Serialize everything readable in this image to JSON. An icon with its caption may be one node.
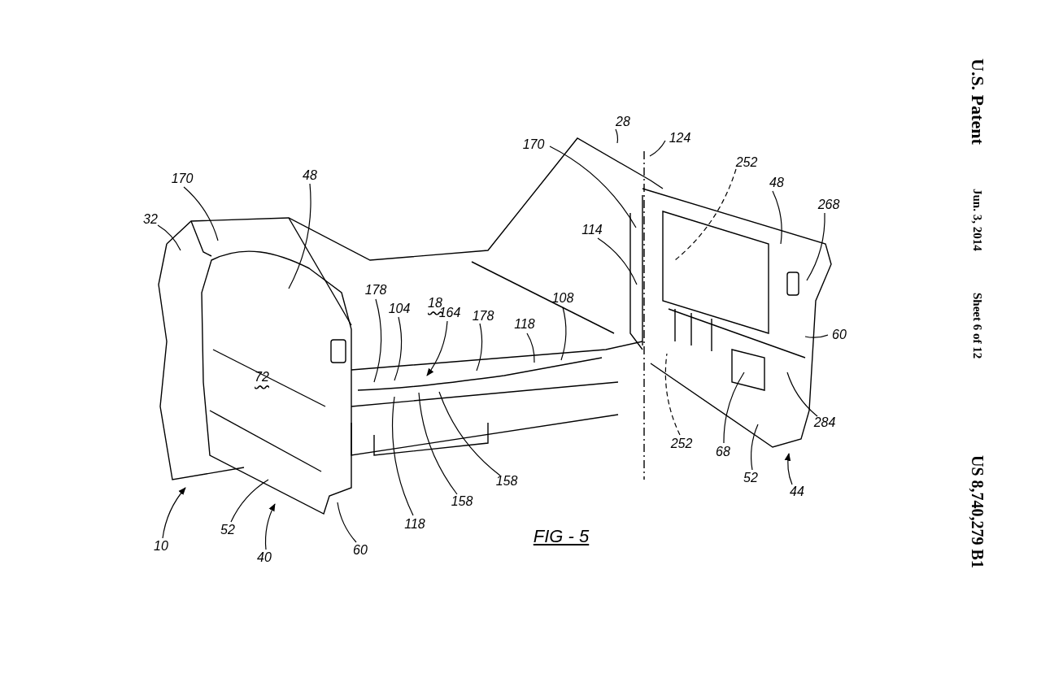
{
  "diagram": {
    "caption": "FIG - 5",
    "nodes": [
      {
        "text": [
          "28"
        ]
      },
      {
        "text": [
          "124"
        ]
      },
      {
        "text": [
          "170"
        ]
      },
      {
        "text": [
          "252"
        ]
      },
      {
        "text": [
          "48"
        ]
      },
      {
        "text": [
          "170"
        ]
      },
      {
        "text": [
          "48"
        ]
      },
      {
        "text": [
          "268"
        ]
      },
      {
        "text": [
          "32"
        ]
      },
      {
        "text": [
          "114"
        ]
      },
      {
        "text": [
          "178"
        ]
      },
      {
        "text": [
          "104"
        ]
      },
      {
        "text": [
          "108"
        ]
      },
      {
        "text": [
          "164"
        ]
      },
      {
        "text": [
          "178"
        ]
      },
      {
        "text": [
          "118"
        ]
      },
      {
        "text": [
          "60"
        ]
      },
      {
        "text": [
          "284"
        ]
      },
      {
        "text": [
          "252"
        ]
      },
      {
        "text": [
          "68"
        ]
      },
      {
        "text": [
          "52"
        ]
      },
      {
        "text": [
          "158"
        ]
      },
      {
        "text": [
          "44"
        ]
      },
      {
        "text": [
          "158"
        ]
      },
      {
        "text": [
          "118"
        ]
      },
      {
        "text": [
          "52"
        ]
      },
      {
        "text": [
          "60"
        ]
      },
      {
        "text": [
          "10"
        ]
      },
      {
        "text": [
          "40"
        ]
      }
    ],
    "edges": [
      {
        "from": 0,
        "to": null,
        "arrow": "none"
      },
      {
        "from": 1,
        "to": null,
        "arrow": "none"
      },
      {
        "from": 2,
        "to": null,
        "arrow": "none"
      },
      {
        "from": 3,
        "to": null,
        "arrow": "none",
        "style": "dashed"
      },
      {
        "from": 4,
        "to": null,
        "arrow": "none"
      },
      {
        "from": 5,
        "to": null,
        "arrow": "none"
      },
      {
        "from": 6,
        "to": null,
        "arrow": "none"
      },
      {
        "from": 7,
        "to": null,
        "arrow": "none"
      },
      {
        "from": 8,
        "to": null,
        "arrow": "none"
      },
      {
        "from": 9,
        "to": null,
        "arrow": "none"
      },
      {
        "from": 10,
        "to": null,
        "arrow": "none"
      },
      {
        "from": 11,
        "to": null,
        "arrow": "none"
      },
      {
        "from": 12,
        "to": null,
        "arrow": "none"
      },
      {
        "from": 13,
        "to": null,
        "arrow": "to"
      },
      {
        "from": 14,
        "to": null,
        "arrow": "none"
      },
      {
        "from": 15,
        "to": null,
        "arrow": "none"
      },
      {
        "from": 16,
        "to": null,
        "arrow": "none"
      },
      {
        "from": 17,
        "to": null,
        "arrow": "none"
      },
      {
        "from": 18,
        "to": null,
        "arrow": "none",
        "style": "dashed"
      },
      {
        "from": 19,
        "to": null,
        "arrow": "none"
      },
      {
        "from": 20,
        "to": null,
        "arrow": "none"
      },
      {
        "from": 21,
        "to": null,
        "arrow": "none"
      },
      {
        "from": 22,
        "to": null,
        "arrow": "to"
      },
      {
        "from": 23,
        "to": null,
        "arrow": "none"
      },
      {
        "from": 24,
        "to": null,
        "arrow": "none"
      },
      {
        "from": 25,
        "to": null,
        "arrow": "none"
      },
      {
        "from": 26,
        "to": null,
        "arrow": "none"
      },
      {
        "from": 27,
        "to": null,
        "arrow": "to"
      },
      {
        "from": 28,
        "to": null,
        "arrow": "to"
      }
    ],
    "labels": [
      "U.S. Patent",
      "Jun. 3, 2014",
      "Sheet 6 of 12",
      "US 8,740,279 B1",
      "18",
      "72"
    ]
  }
}
